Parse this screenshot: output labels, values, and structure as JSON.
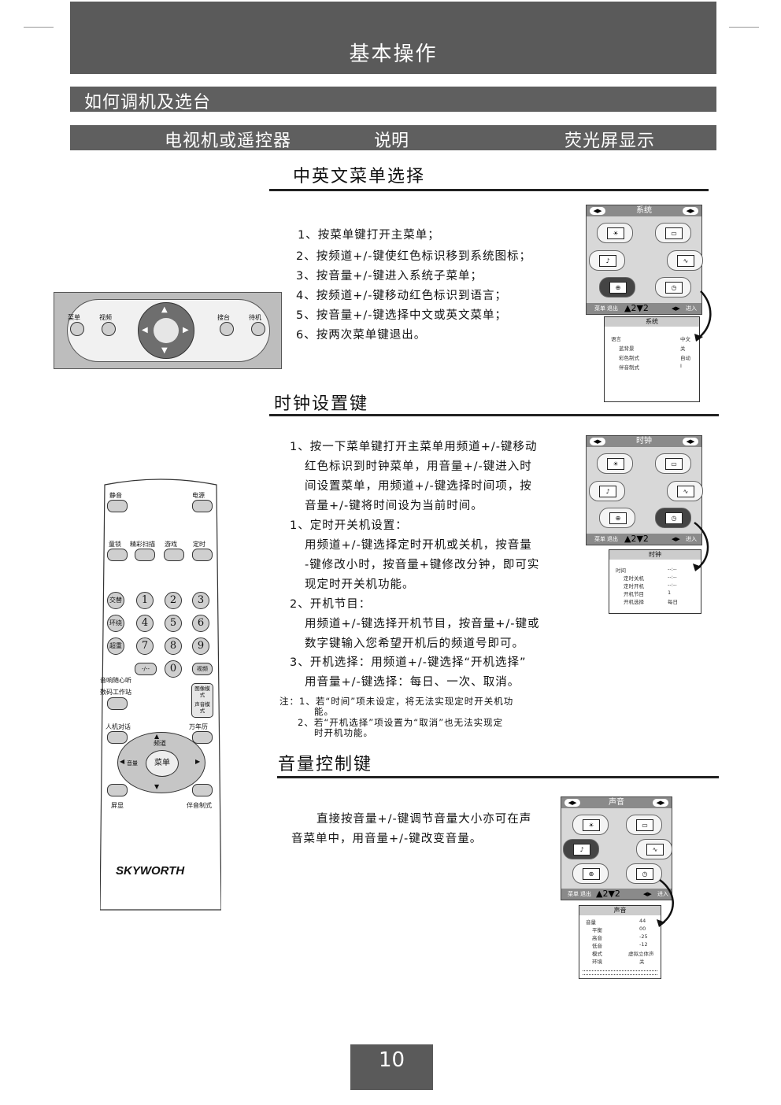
{
  "header": {
    "title": "基本操作"
  },
  "section_bar": {
    "title": "如何调机及选台"
  },
  "columns": {
    "col1": "电视机或遥控器",
    "col2": "说明",
    "col3": "荧光屏显示"
  },
  "language": {
    "title": "中英文菜单选择",
    "steps": [
      "1、按菜单键打开主菜单；",
      "2、按频道+/-键使红色标识移到系统图标；",
      "3、按音量+/-键进入系统子菜单；",
      "4、按频道+/-键移动红色标识到语言；",
      "5、按音量+/-键选择中文或英文菜单；",
      "6、按两次菜单键退出。"
    ]
  },
  "panel": {
    "menu": "菜单",
    "video": "视频",
    "search": "搜台",
    "standby": "待机"
  },
  "clock": {
    "title": "时钟设置键",
    "lines": [
      "1、按一下菜单键打开主菜单用频道+/-键移动",
      "红色标识到时钟菜单，用音量+/-键进入时",
      "间设置菜单，用频道+/-键选择时间项，按",
      "音量+/-键将时间设为当前时间。",
      "1、定时开关机设置：",
      "用频道+/-键选择定时开机或关机，按音量",
      "-键修改小时，按音量+键修改分钟，即可实",
      "现定时开关机功能。",
      "2、开机节目：",
      "用频道+/-键选择开机节目，按音量+/-键或",
      "数字键输入您希望开机后的频道号即可。",
      "3、开机选择：用频道+/-键选择“开机选择”",
      "用音量+/-键选择：每日、一次、取消。"
    ],
    "notes": [
      "注：1、若“时间”项未设定，将无法实现定时开关机功",
      "能。",
      "2、若“开机选择”项设置为“取消”也无法实现定",
      "时开机功能。"
    ]
  },
  "volume": {
    "title": "音量控制键",
    "lines": [
      "直接按音量+/-键调节音量大小亦可在声",
      "音菜单中，用音量+/-键改变音量。"
    ]
  },
  "osd1": {
    "title": "系统",
    "menu": "菜单",
    "exit": "退出",
    "enter": "进入",
    "sub_title": "系统",
    "rows": [
      {
        "k": "语言",
        "v": "中文"
      },
      {
        "k": "蓝背景",
        "v": "关"
      },
      {
        "k": "彩色制式",
        "v": "自动"
      },
      {
        "k": "伴音制式",
        "v": "I"
      }
    ]
  },
  "osd2": {
    "title": "时钟",
    "menu": "菜单",
    "exit": "退出",
    "enter": "进入",
    "sub_title": "时钟",
    "rows": [
      {
        "k": "时间",
        "v": "--:--"
      },
      {
        "k": "定时关机",
        "v": "--:--"
      },
      {
        "k": "定时开机",
        "v": "--:--"
      },
      {
        "k": "开机节目",
        "v": "1"
      },
      {
        "k": "开机选择",
        "v": "每日"
      }
    ]
  },
  "osd3": {
    "title": "声音",
    "menu": "菜单",
    "exit": "退出",
    "enter": "进入",
    "sub_title": "声音",
    "rows": [
      {
        "k": "音量",
        "v": "44"
      },
      {
        "k": "平衡",
        "v": "00"
      },
      {
        "k": "高音",
        "v": "-25"
      },
      {
        "k": "低音",
        "v": "-12"
      },
      {
        "k": "模式",
        "v": "虚拟立体声"
      },
      {
        "k": "环境",
        "v": "关"
      }
    ]
  },
  "remote": {
    "mute": "静音",
    "power": "电源",
    "lock": "童锁",
    "scan": "精彩扫描",
    "game": "游戏",
    "timer": "定时",
    "swap": "交替",
    "surround": "环绕",
    "bass": "超重",
    "dash": "-/--",
    "tv_av": "视频",
    "audio_hint": "音响随心听",
    "digital": "数码工作站",
    "picture_mode": "图像模式",
    "sound_mode": "声音模式",
    "hmi": "人机对话",
    "calendar": "万年历",
    "channel": "频道",
    "volume": "音量",
    "menu": "菜单",
    "display": "屏显",
    "accompany": "伴音制式",
    "brand": "SKYWORTH",
    "digits": [
      "1",
      "2",
      "3",
      "4",
      "5",
      "6",
      "7",
      "8",
      "9",
      "0"
    ]
  },
  "page_number": "10"
}
